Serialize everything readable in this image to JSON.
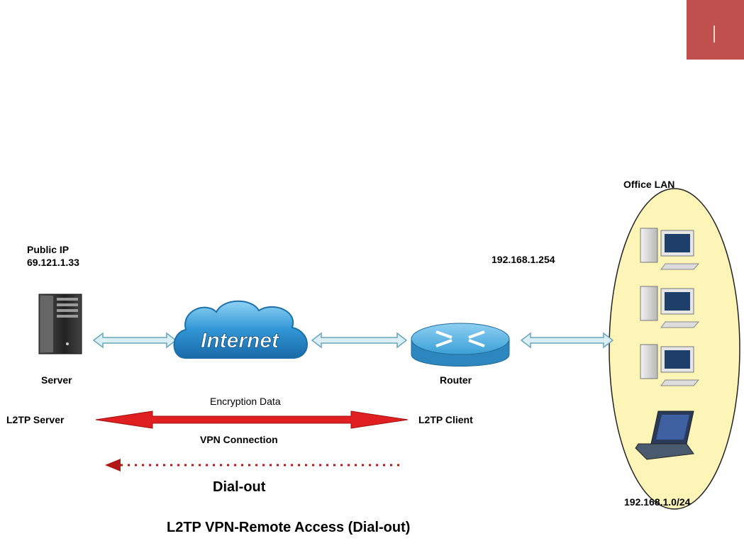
{
  "labels": {
    "public_ip_title": "Public IP",
    "public_ip_value": "69.121.1.33",
    "router_ip": "192.168.1.254",
    "office_lan": "Office LAN",
    "server": "Server",
    "router": "Router",
    "internet": "Internet",
    "encryption": "Encryption Data",
    "l2tp_server": "L2TP Server",
    "l2tp_client": "L2TP Client",
    "vpn_connection": "VPN Connection",
    "dial_out": "Dial-out",
    "lan_subnet": "192.168.1.0/24",
    "caption": "L2TP VPN-Remote Access (Dial-out)"
  },
  "colors": {
    "accent_tab": "#c0504d",
    "lan_ellipse_fill": "#fdf5b8",
    "vpn_arrow": "#e02020",
    "dialout_arrow": "#b01818",
    "link_arrow_fill": "#dbeef4",
    "link_arrow_stroke": "#6aa6b8",
    "cloud": "#2f8fcf",
    "router": "#3a9fd6"
  }
}
